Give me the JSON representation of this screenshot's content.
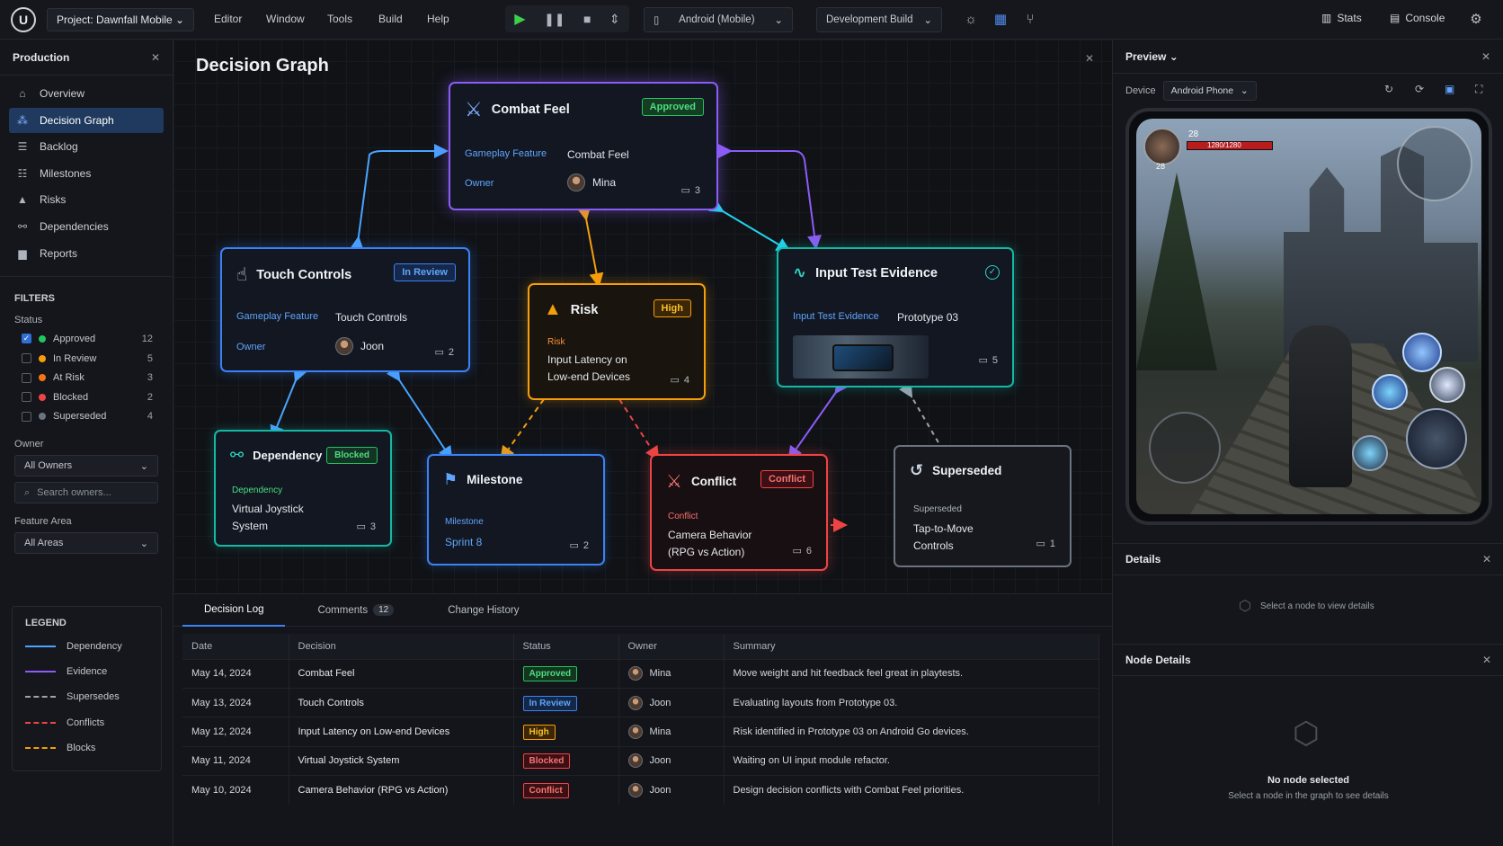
{
  "topbar": {
    "project": "Project: Dawnfall Mobile",
    "menus": [
      "Editor",
      "Window",
      "Tools",
      "Build",
      "Help"
    ],
    "platform": "Android (Mobile)",
    "build": "Development Build",
    "stats": "Stats",
    "console": "Console"
  },
  "left": {
    "title": "Production",
    "nav": [
      "Overview",
      "Decision Graph",
      "Backlog",
      "Milestones",
      "Risks",
      "Dependencies",
      "Reports"
    ],
    "filters_title": "FILTERS",
    "status_title": "Status",
    "status": [
      {
        "label": "Approved",
        "count": "12",
        "color": "#22c55e",
        "checked": true
      },
      {
        "label": "In Review",
        "count": "5",
        "color": "#f59e0b",
        "checked": false
      },
      {
        "label": "At Risk",
        "count": "3",
        "color": "#f97316",
        "checked": false
      },
      {
        "label": "Blocked",
        "count": "2",
        "color": "#ef4444",
        "checked": false
      },
      {
        "label": "Superseded",
        "count": "4",
        "color": "#6b7280",
        "checked": false
      }
    ],
    "owner_title": "Owner",
    "owner_value": "All Owners",
    "search_placeholder": "Search owners...",
    "area_title": "Feature Area",
    "area_value": "All Areas",
    "legend_title": "LEGEND",
    "legend": [
      "Dependency",
      "Evidence",
      "Supersedes",
      "Conflicts",
      "Blocks"
    ]
  },
  "main": {
    "title": "Decision Graph"
  },
  "nodes": {
    "combat": {
      "title": "Combat Feel",
      "badge": "Approved",
      "l1": "Gameplay Feature",
      "v1": "Combat Feel",
      "l2": "Owner",
      "v2": "Mina",
      "comments": "3"
    },
    "touch": {
      "title": "Touch Controls",
      "badge": "In Review",
      "l1": "Gameplay Feature",
      "v1": "Touch Controls",
      "l2": "Owner",
      "v2": "Joon",
      "comments": "2"
    },
    "risk": {
      "title": "Risk",
      "badge": "High",
      "type": "Risk",
      "desc1": "Input Latency on",
      "desc2": "Low-end Devices",
      "comments": "4"
    },
    "evidence": {
      "title": "Input Test Evidence",
      "l1": "Input Test Evidence",
      "v1": "Prototype 03",
      "comments": "5"
    },
    "dependency": {
      "title": "Dependency",
      "badge": "Blocked",
      "type": "Dependency",
      "desc1": "Virtual Joystick",
      "desc2": "System",
      "comments": "3"
    },
    "milestone": {
      "title": "Milestone",
      "type": "Milestone",
      "desc1": "Sprint 8",
      "comments": "2"
    },
    "conflict": {
      "title": "Conflict",
      "badge": "Conflict",
      "type": "Conflict",
      "desc1": "Camera Behavior",
      "desc2": "(RPG vs Action)",
      "comments": "6"
    },
    "superseded": {
      "title": "Superseded",
      "type": "Superseded",
      "desc1": "Tap-to-Move",
      "desc2": "Controls",
      "comments": "1"
    }
  },
  "bottom": {
    "tabs": [
      "Decision Log",
      "Comments",
      "Change History"
    ],
    "comments_count": "12",
    "columns": [
      "Date",
      "Decision",
      "Status",
      "Owner",
      "Summary"
    ],
    "rows": [
      {
        "date": "May 14, 2024",
        "decision": "Combat Feel",
        "status": "Approved",
        "owner": "Mina",
        "summary": "Move weight and hit feedback feel great in playtests."
      },
      {
        "date": "May 13, 2024",
        "decision": "Touch Controls",
        "status": "In Review",
        "owner": "Joon",
        "summary": "Evaluating layouts from Prototype 03."
      },
      {
        "date": "May 12, 2024",
        "decision": "Input Latency on Low-end Devices",
        "status": "High",
        "owner": "Mina",
        "summary": "Risk identified in Prototype 03 on Android Go devices."
      },
      {
        "date": "May 11, 2024",
        "decision": "Virtual Joystick System",
        "status": "Blocked",
        "owner": "Joon",
        "summary": "Waiting on UI input module refactor."
      },
      {
        "date": "May 10, 2024",
        "decision": "Camera Behavior (RPG vs Action)",
        "status": "Conflict",
        "owner": "Joon",
        "summary": "Design decision conflicts with Combat Feel priorities."
      }
    ]
  },
  "right": {
    "preview_title": "Preview",
    "device_label": "Device",
    "device_value": "Android Phone",
    "hud_level": "28",
    "hud_hp": "1280/1280",
    "hud_level2": "28",
    "details_title": "Details",
    "details_hint": "Select a node to view details",
    "nd_title": "Node Details",
    "nd_empty": "No node selected",
    "nd_hint": "Select a node in the graph to see details"
  },
  "status_colors": {
    "Approved": "#22c55e",
    "In Review": "#3b82f6",
    "High": "#f59e0b",
    "Blocked": "#ef4444",
    "Conflict": "#ef4444"
  }
}
